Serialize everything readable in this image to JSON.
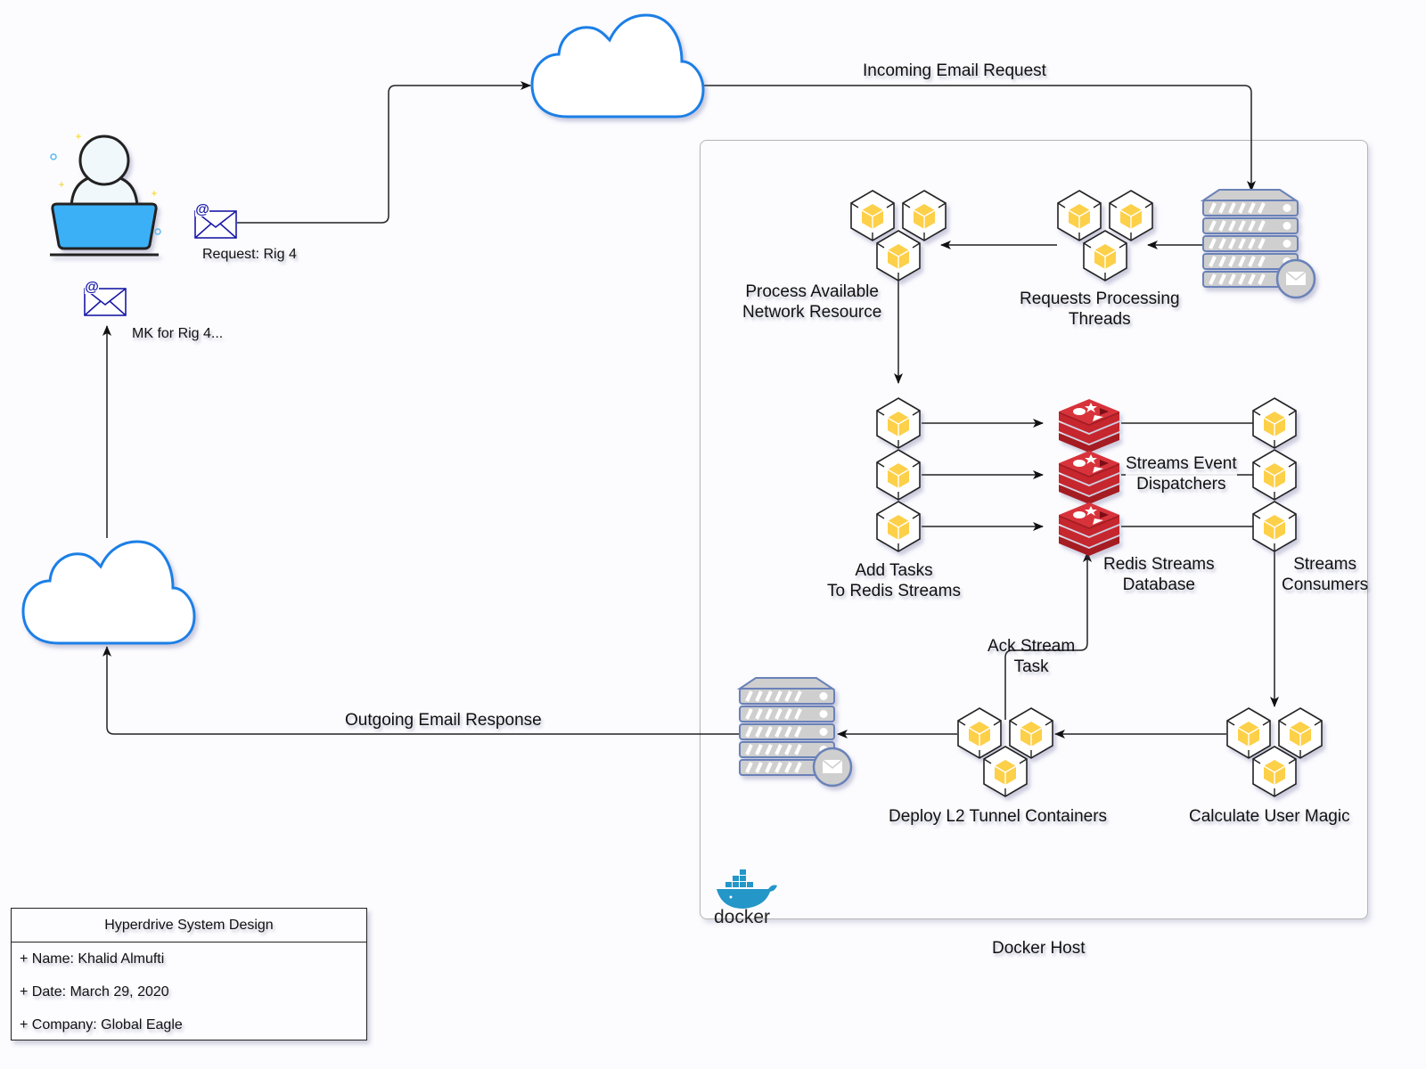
{
  "diagram": {
    "title_block": {
      "title": "Hyperdrive System Design",
      "fields": [
        "+ Name: Khalid Almufti",
        "+ Date: March 29, 2020",
        "+ Company: Global Eagle"
      ]
    },
    "container": {
      "label": "Docker Host",
      "logo_text": "docker"
    },
    "edges": {
      "incoming": "Incoming Email Request",
      "outgoing": "Outgoing Email Response",
      "ack_line1": "Ack Stream",
      "ack_line2": "Task"
    },
    "user_side": {
      "request_email": "Request: Rig 4",
      "response_email": "MK for Rig 4..."
    },
    "nodes": {
      "process_resource": [
        "Process Available",
        "Network Resource"
      ],
      "request_threads": [
        "Requests Processing",
        "Threads"
      ],
      "add_tasks": [
        "Add Tasks",
        "To Redis Streams"
      ],
      "redis_db": [
        "Redis Streams",
        "Database"
      ],
      "dispatchers": [
        "Streams Event",
        "Dispatchers"
      ],
      "consumers": [
        "Streams",
        "Consumers"
      ],
      "calc_magic": "Calculate User Magic",
      "deploy_l2": "Deploy L2 Tunnel Containers"
    },
    "colors": {
      "cloud_stroke": "#1a7fe6",
      "cube_fill": "#fdd04a",
      "redis_red": "#c6262e",
      "server_stroke": "#6b82b8",
      "server_fill": "#cfcfcf",
      "email_blue": "#1a1aa6",
      "laptop_blue": "#3ab0f7",
      "docker_blue": "#2496c8"
    }
  }
}
